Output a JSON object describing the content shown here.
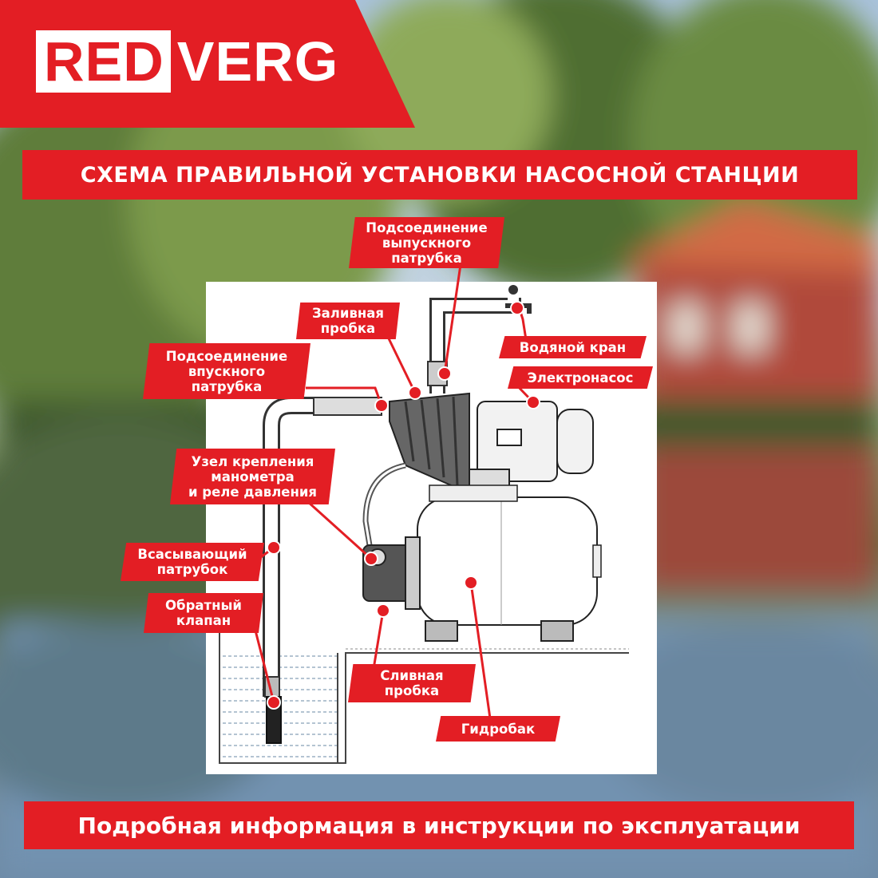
{
  "brand": {
    "red": "RED",
    "verg": "VERG",
    "color": "#e31e24"
  },
  "title": "СХЕМА ПРАВИЛЬНОЙ УСТАНОВКИ НАСОСНОЙ СТАНЦИИ",
  "footer": "Подробная информация в инструкции по эксплуатации",
  "labels": {
    "outlet": "Подсоединение\nвыпускного\nпатрубка",
    "filler": "Заливная\nпробка",
    "tap": "Водяной кран",
    "inlet": "Подсоединение\nвпускного\nпатрубка",
    "pump": "Электронасос",
    "gauge": "Узел крепления\nманометра\nи реле давления",
    "suction": "Всасывающий\nпатрубок",
    "check_valve": "Обратный\nклапан",
    "drain": "Сливная\nпробка",
    "tank": "Гидробак"
  }
}
